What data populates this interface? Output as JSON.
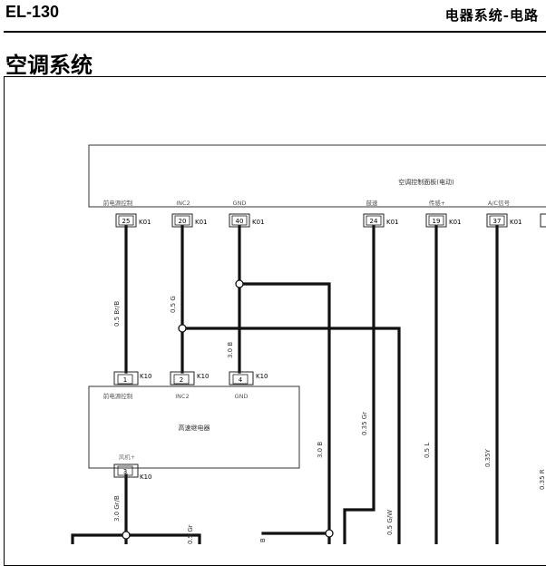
{
  "header": {
    "page_code": "EL-130",
    "section": "电器系统-电路"
  },
  "title": "空调系统",
  "control_panel": {
    "name": "空调控制面板(电动)",
    "pins": [
      {
        "label": "前电源控制",
        "pin": "25",
        "connector": "K01"
      },
      {
        "label": "INC2",
        "pin": "20",
        "connector": "K01"
      },
      {
        "label": "GND",
        "pin": "40",
        "connector": "K01"
      },
      {
        "label": "鼓速",
        "pin": "24",
        "connector": "K01"
      },
      {
        "label": "传感+",
        "pin": "19",
        "connector": "K01"
      },
      {
        "label": "A/C信号",
        "pin": "37",
        "connector": "K01"
      }
    ]
  },
  "relay": {
    "name": "高速继电器",
    "top_pins": [
      {
        "label": "前电源控制",
        "pin": "1",
        "connector": "K10"
      },
      {
        "label": "INC2",
        "pin": "2",
        "connector": "K10"
      },
      {
        "label": "GND",
        "pin": "4",
        "connector": "K10"
      }
    ],
    "bottom_pin": {
      "label": "风机+",
      "pin": "3",
      "connector": "K10"
    }
  },
  "wires": [
    "0.5 Br/B",
    "0.5 G",
    "3.0 B",
    "0.35 Gr",
    "3.0 B",
    "0.5 L",
    "0.35Y",
    "0.35 R",
    "3.0 Gr/B",
    "0.5 Gr",
    "B",
    "0.5 G/W"
  ]
}
